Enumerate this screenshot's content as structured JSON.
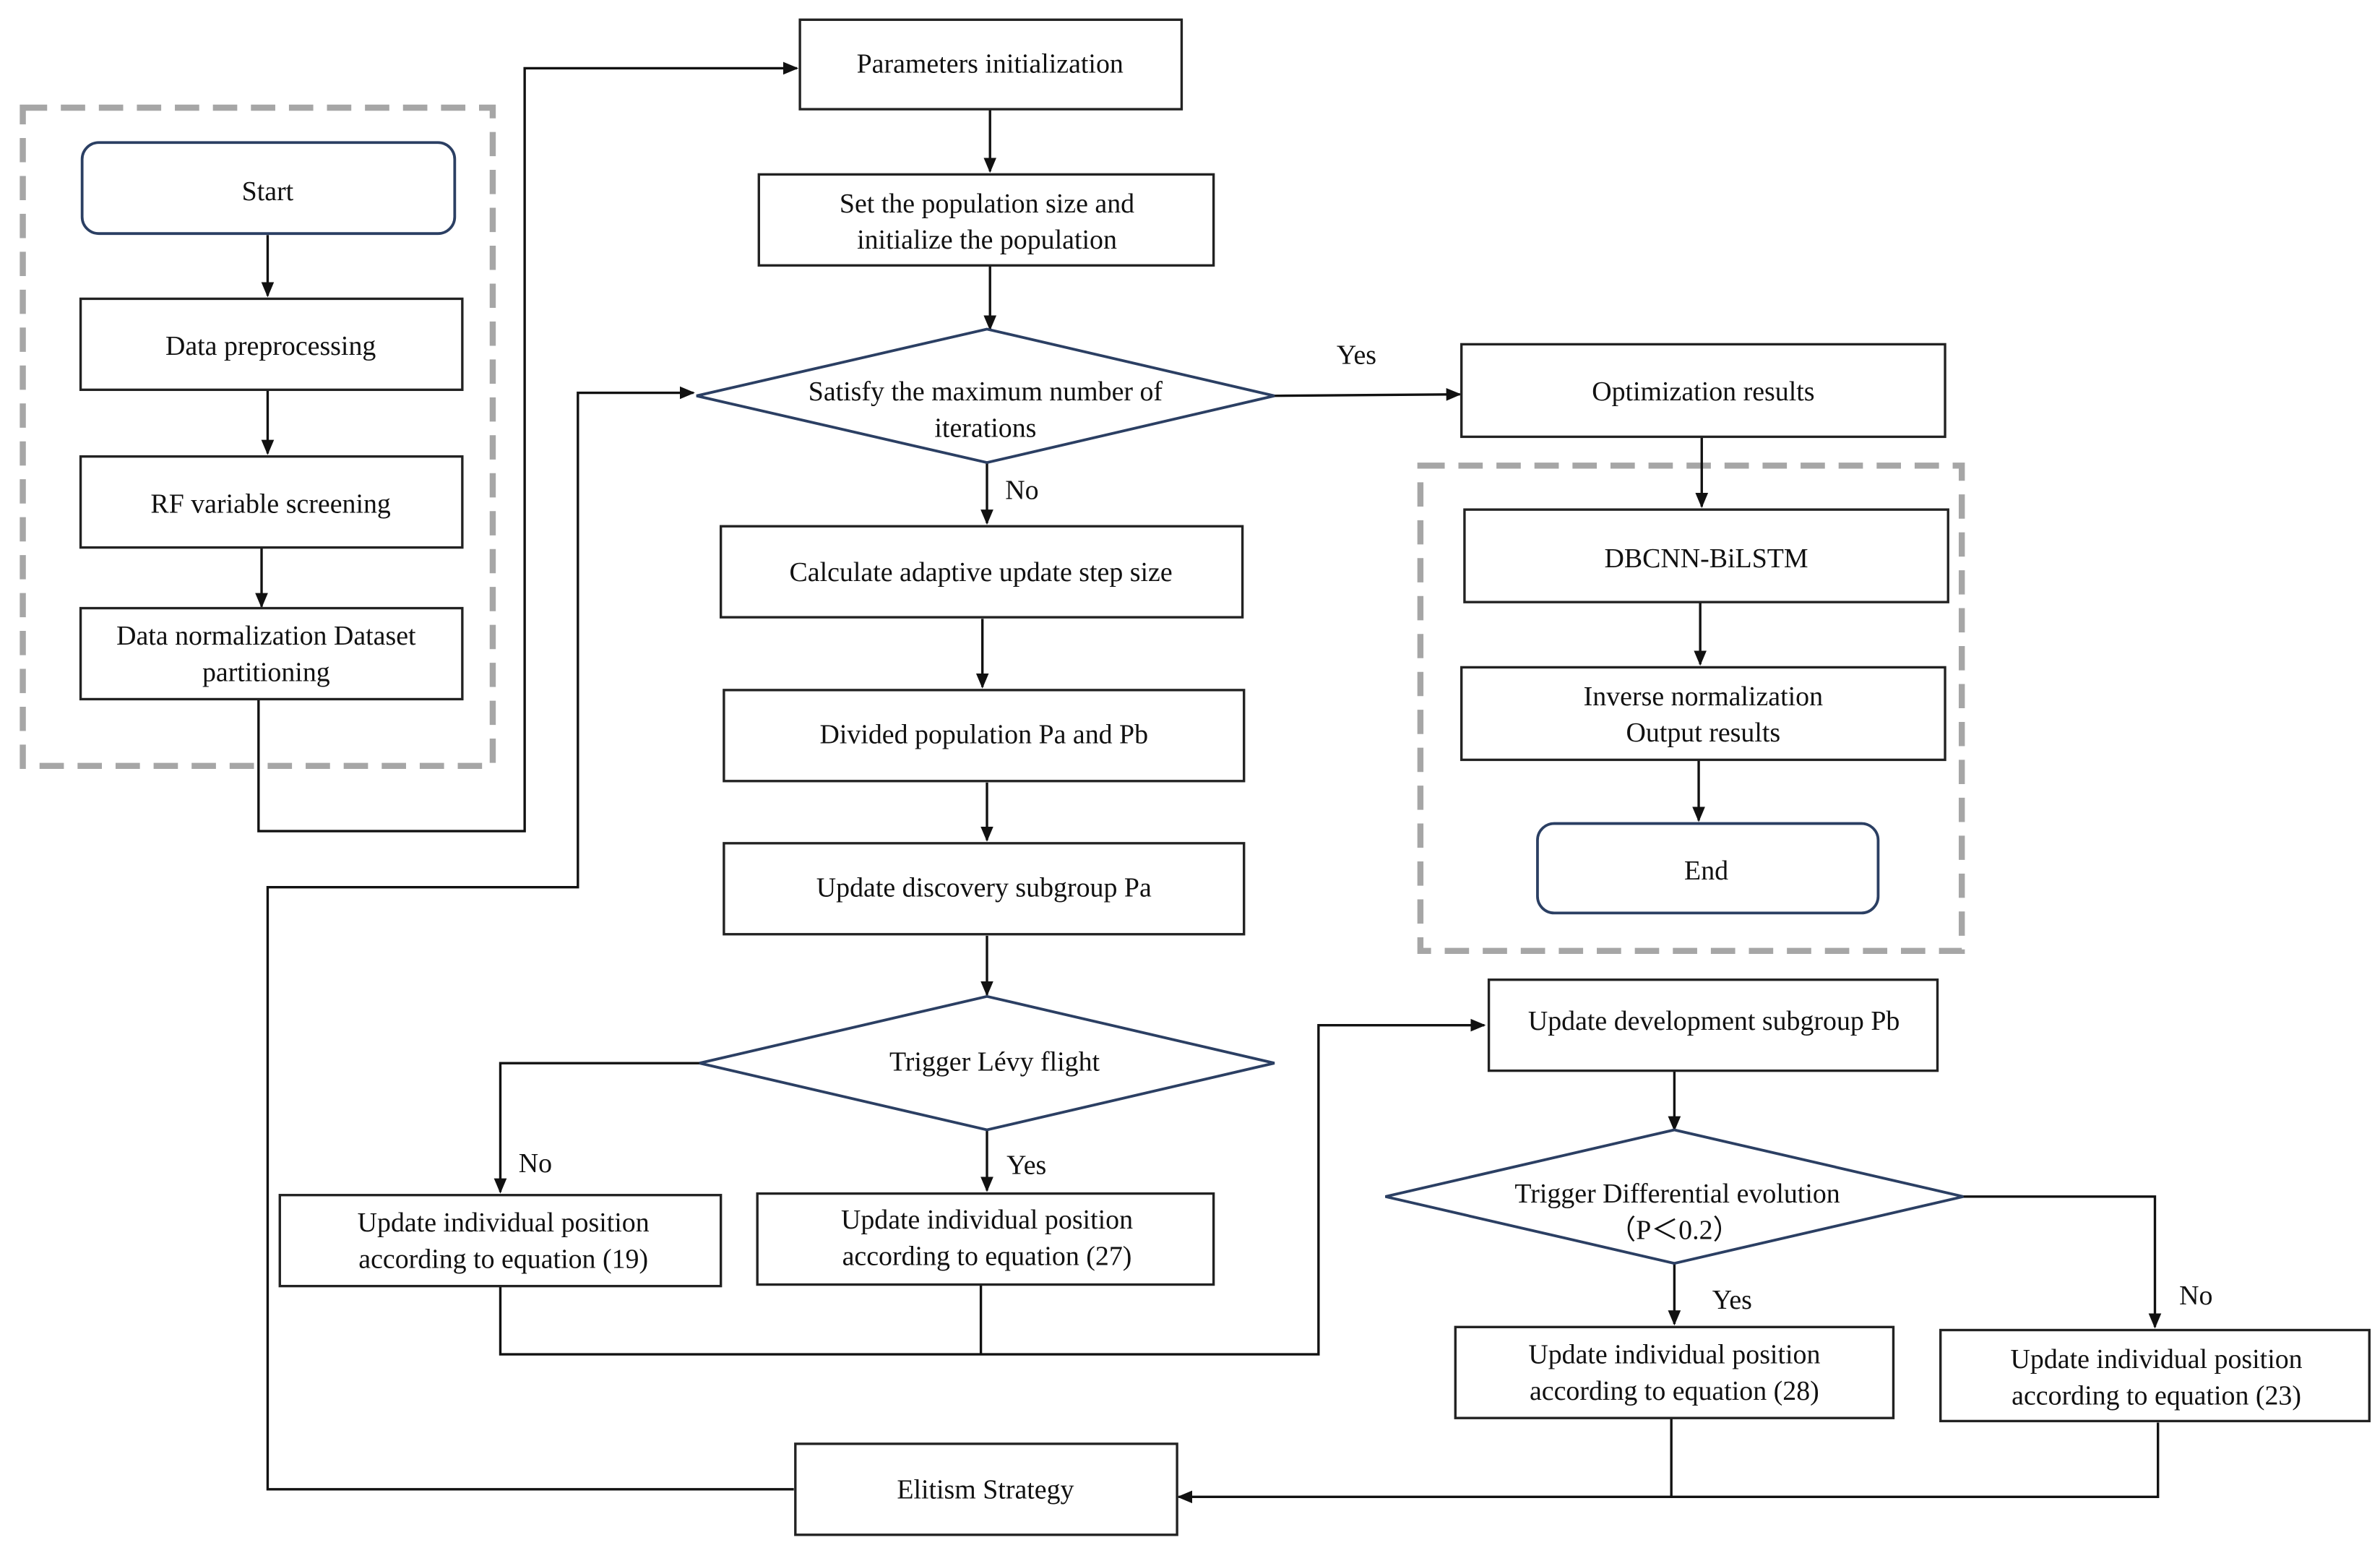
{
  "nodes": {
    "start": "Start",
    "data_preprocessing": "Data preprocessing",
    "rf_screening": "RF variable screening",
    "normalization": [
      "Data normalization Dataset",
      "partitioning"
    ],
    "params_init": "Parameters initialization",
    "population_init": [
      "Set the population size and",
      "initialize the population"
    ],
    "max_iter_check": [
      "Satisfy the maximum number of",
      "iterations"
    ],
    "optimization_results": "Optimization results",
    "dbcnn_bilstm": "DBCNN-BiLSTM",
    "inverse_normalization": [
      "Inverse normalization",
      "Output results"
    ],
    "end": "End",
    "adaptive_step": "Calculate adaptive update step size",
    "divided_population": "Divided population Pa and Pb",
    "update_discovery": "Update discovery subgroup Pa",
    "levy_check": "Trigger Lévy flight",
    "update_eq19": [
      "Update individual position",
      "according to equation (19)"
    ],
    "update_eq27": [
      "Update individual position",
      "according to equation (27)"
    ],
    "update_development": "Update development subgroup Pb",
    "de_check": [
      "Trigger Differential evolution",
      "（P＜0.2）"
    ],
    "update_eq28": [
      "Update individual position",
      "according to equation (28)"
    ],
    "update_eq23": [
      "Update individual position",
      "according to equation (23)"
    ],
    "elitism": "Elitism Strategy"
  },
  "edge_labels": {
    "iter_yes": "Yes",
    "iter_no": "No",
    "levy_no": "No",
    "levy_yes": "Yes",
    "de_yes": "Yes",
    "de_no": "No"
  }
}
